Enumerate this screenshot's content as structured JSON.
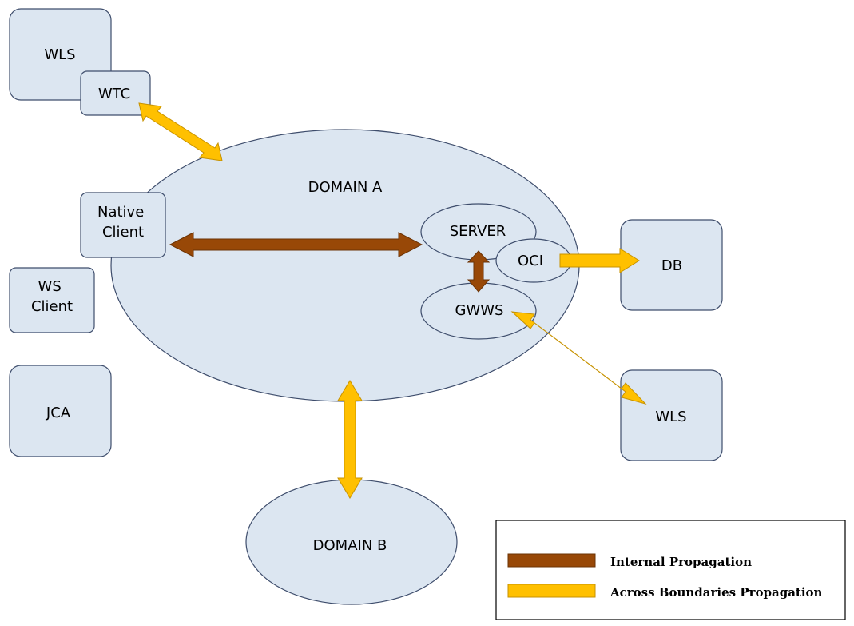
{
  "nodes": {
    "wls_top": "WLS",
    "wtc": "WTC",
    "native_client": [
      "Native",
      "Client"
    ],
    "ws_client": [
      "WS",
      "Client"
    ],
    "jca": "JCA",
    "domain_a": "DOMAIN A",
    "server": "SERVER",
    "oci": "OCI",
    "gwws": "GWWS",
    "db": "DB",
    "wls_right": "WLS",
    "domain_b": "DOMAIN B"
  },
  "legend": {
    "internal": "Internal Propagation",
    "across": "Across Boundaries Propagation"
  },
  "colors": {
    "internal": "#984807",
    "across": "#ffc000",
    "shape_fill": "#dce6f1"
  }
}
